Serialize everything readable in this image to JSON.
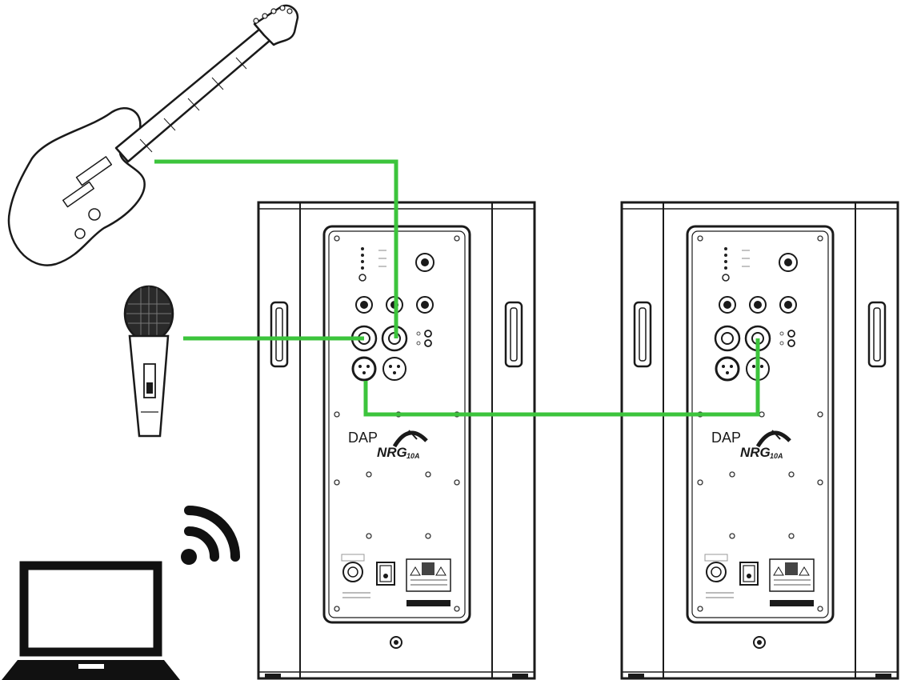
{
  "speakers": [
    {
      "brand": "DAP",
      "model": "NRG",
      "model_suffix": "10A"
    },
    {
      "brand": "DAP",
      "model": "NRG",
      "model_suffix": "10A"
    }
  ],
  "icons": [
    "guitar-icon",
    "microphone-icon",
    "laptop-icon",
    "wifi-icon"
  ],
  "colors": {
    "cable": "#3cc43c",
    "line": "#1a1a1a",
    "background": "#ffffff"
  }
}
